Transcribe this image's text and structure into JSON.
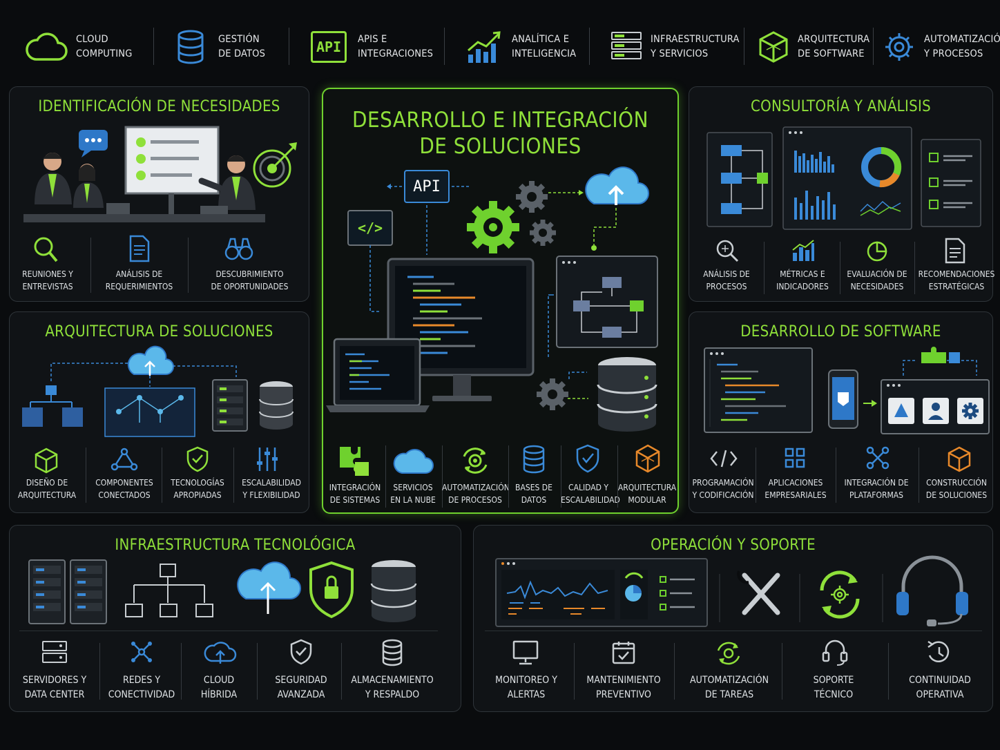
{
  "top_bar": [
    {
      "label": "CLOUD\nCOMPUTING",
      "icon": "cloud-icon"
    },
    {
      "label": "GESTIÓN\nDE DATOS",
      "icon": "database-icon"
    },
    {
      "label": "APIS E\nINTEGRACIONES",
      "icon": "api-icon",
      "icon_text": "API"
    },
    {
      "label": "ANALÍTICA E\nINTELIGENCIA",
      "icon": "analytics-chart-icon"
    },
    {
      "label": "INFRAESTRUCTURA\nY SERVICIOS",
      "icon": "server-rack-icon"
    },
    {
      "label": "ARQUITECTURA\nDE SOFTWARE",
      "icon": "cube-icon"
    },
    {
      "label": "AUTOMATIZACIÓN\nY PROCESOS",
      "icon": "gear-icon"
    }
  ],
  "panels": {
    "identificacion": {
      "title": "IDENTIFICACIÓN DE NECESIDADES",
      "items": [
        "REUNIONES Y\nENTREVISTAS",
        "ANÁLISIS DE\nREQUERIMIENTOS",
        "DESCUBRIMIENTO\nDE OPORTUNIDADES"
      ]
    },
    "arquitectura": {
      "title": "ARQUITECTURA DE SOLUCIONES",
      "items": [
        "DISEÑO DE\nARQUITECTURA",
        "COMPONENTES\nCONECTADOS",
        "TECNOLOGÍAS\nAPROPIADAS",
        "ESCALABILIDAD\nY FLEXIBILIDAD"
      ]
    },
    "desarrollo_integracion": {
      "title": "DESARROLLO E INTEGRACIÓN\nDE SOLUCIONES",
      "api_label": "API",
      "code_label": "</>",
      "items": [
        "INTEGRACIÓN\nDE SISTEMAS",
        "SERVICIOS\nEN LA NUBE",
        "AUTOMATIZACIÓN\nDE PROCESOS",
        "BASES DE\nDATOS",
        "CALIDAD Y\nESCALABILIDAD",
        "ARQUITECTURA\nMODULAR"
      ]
    },
    "consultoria": {
      "title": "CONSULTORÍA Y ANÁLISIS",
      "items": [
        "ANÁLISIS DE\nPROCESOS",
        "MÉTRICAS E\nINDICADORES",
        "EVALUACIÓN DE\nNECESIDADES",
        "RECOMENDACIONES\nESTRATÉGICAS"
      ]
    },
    "desarrollo_software": {
      "title": "DESARROLLO DE SOFTWARE",
      "items": [
        "PROGRAMACIÓN\nY CODIFICACIÓN",
        "APLICACIONES\nEMPRESARIALES",
        "INTEGRACIÓN DE\nPLATAFORMAS",
        "CONSTRUCCIÓN\nDE SOLUCIONES"
      ]
    },
    "infraestructura": {
      "title": "INFRAESTRUCTURA TECNOLÓGICA",
      "items": [
        "SERVIDORES Y\nDATA CENTER",
        "REDES Y\nCONECTIVIDAD",
        "CLOUD\nHÍBRIDA",
        "SEGURIDAD\nAVANZADA",
        "ALMACENAMIENTO\nY RESPALDO"
      ]
    },
    "operacion": {
      "title": "OPERACIÓN Y SOPORTE",
      "items": [
        "MONITOREO Y\nALERTAS",
        "MANTENIMIENTO\nPREVENTIVO",
        "AUTOMATIZACIÓN\nDE TAREAS",
        "SOPORTE\nTÉCNICO",
        "CONTINUIDAD\nOPERATIVA"
      ]
    }
  },
  "colors": {
    "accent_green": "#8fe03a",
    "accent_blue": "#3a8ad8",
    "accent_orange": "#e8892a",
    "background": "#0a0c0e",
    "panel_border": "#2f353a"
  }
}
